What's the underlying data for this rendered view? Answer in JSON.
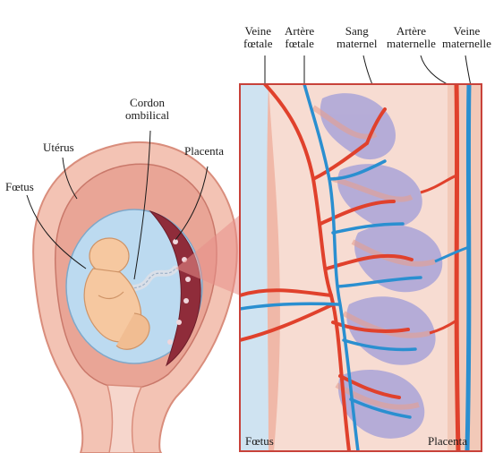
{
  "labels": {
    "veine_foetale": [
      "Veine",
      "fœtale"
    ],
    "artere_foetale": [
      "Artère",
      "fœtale"
    ],
    "sang_maternel": [
      "Sang",
      "maternel"
    ],
    "artere_maternelle": [
      "Artère",
      "maternelle"
    ],
    "veine_maternelle": [
      "Veine",
      "maternelle"
    ],
    "cordon_ombilical": [
      "Cordon",
      "ombilical"
    ],
    "uterus": "Utérus",
    "placenta": "Placenta",
    "foetus": "Fœtus",
    "foetus_box": "Fœtus",
    "placenta_box": "Placenta"
  },
  "colors": {
    "artery": "#e0412c",
    "vein": "#2a8fd0",
    "uterus_wall": "#f0b8a8",
    "amniotic": "#b9d9ee",
    "villi": "#a9a3d6",
    "tissue": "#f6d9cf",
    "frame": "#c8423a"
  }
}
